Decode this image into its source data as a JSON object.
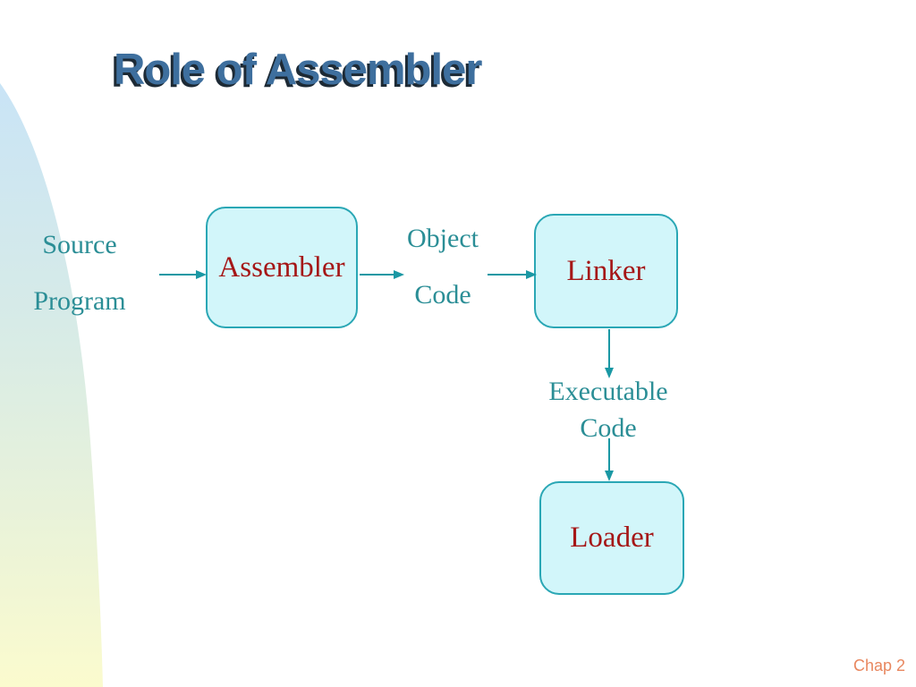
{
  "slide": {
    "title": "Role of Assembler",
    "page_label": "Chap 2"
  },
  "diagram": {
    "type": "flowchart",
    "nodes": [
      {
        "id": "assembler",
        "label": "Assembler"
      },
      {
        "id": "linker",
        "label": "Linker"
      },
      {
        "id": "loader",
        "label": "Loader"
      }
    ],
    "flow_labels": [
      {
        "id": "source-program",
        "lines": [
          "Source",
          "Program"
        ]
      },
      {
        "id": "object-code",
        "lines": [
          "Object",
          "Code"
        ]
      },
      {
        "id": "executable-code",
        "lines": [
          "Executable",
          "Code"
        ]
      }
    ],
    "edges": [
      {
        "from": "source-program",
        "to": "assembler"
      },
      {
        "from": "assembler",
        "to": "object-code"
      },
      {
        "from": "object-code",
        "to": "linker"
      },
      {
        "from": "linker",
        "to": "executable-code"
      },
      {
        "from": "executable-code",
        "to": "loader"
      }
    ]
  },
  "colors": {
    "title_text": "#3E6F9E",
    "title_shadow": "#1D2A35",
    "teal_text": "#2B8E96",
    "arrow": "#1A98A4",
    "box_fill": "#D2F6FA",
    "box_border": "#2AA7B5",
    "box_text": "#A51717",
    "page_label_text": "#E8875F",
    "deco_gradient": [
      "#C9E4F6",
      "#D7EBE7",
      "#E8F2DA",
      "#FBFBCE"
    ]
  }
}
